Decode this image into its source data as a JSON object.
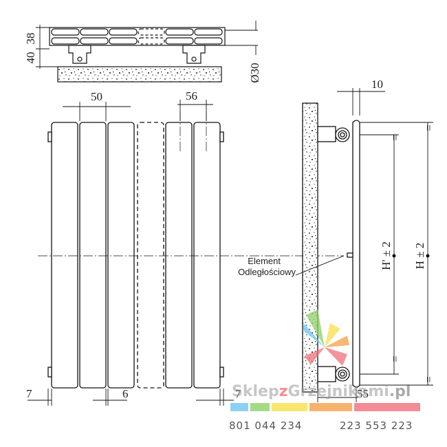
{
  "dimensions": {
    "top_38": "38",
    "top_40": "40",
    "dia_30": "Ø30",
    "col_50": "50",
    "col_56": "56",
    "gap_10": "10",
    "h_prime": "H' ± 2",
    "h_full": "H ± 2",
    "eq": "=",
    "bottom_7_left": "7",
    "bottom_6": "6",
    "bottom_7_right": "7",
    "bottom_55": "55"
  },
  "callout": {
    "line1": "Element",
    "line2": "Odległościowy"
  },
  "watermark": {
    "brand_a": "Sklep",
    "brand_b": "z",
    "brand_c": "Grzejnikami",
    "brand_d": ".pl",
    "phone_left": "801 044 234",
    "phone_right": "223 553 223",
    "stripe_colors": [
      "#6ec6f0",
      "#8fd16a",
      "#f7e04a",
      "#f5a04a",
      "#ef6f7a"
    ]
  }
}
